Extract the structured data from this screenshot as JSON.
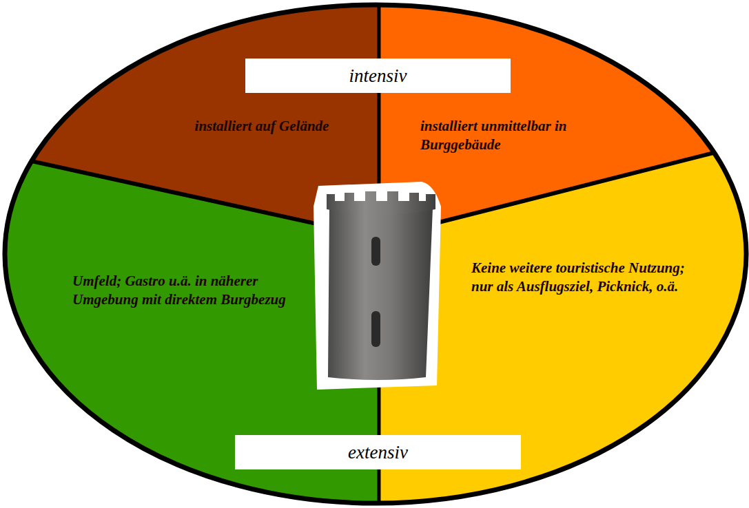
{
  "diagram": {
    "nodes": [
      {
        "text": [
          "intensiv"
        ]
      },
      {
        "text": [
          "installiert auf Gelände"
        ]
      },
      {
        "text": [
          "installiert unmittelbar in Burggebäude"
        ]
      },
      {
        "text": [
          "Umfeld; Gastro u.ä. in näherer Umgebung mit direktem Burgbezug"
        ]
      },
      {
        "text": [
          "Keine weitere touristische Nutzung; nur als Ausflugsziel, Picknick, o.ä."
        ]
      },
      {
        "text": [
          "extensiv"
        ]
      }
    ]
  }
}
